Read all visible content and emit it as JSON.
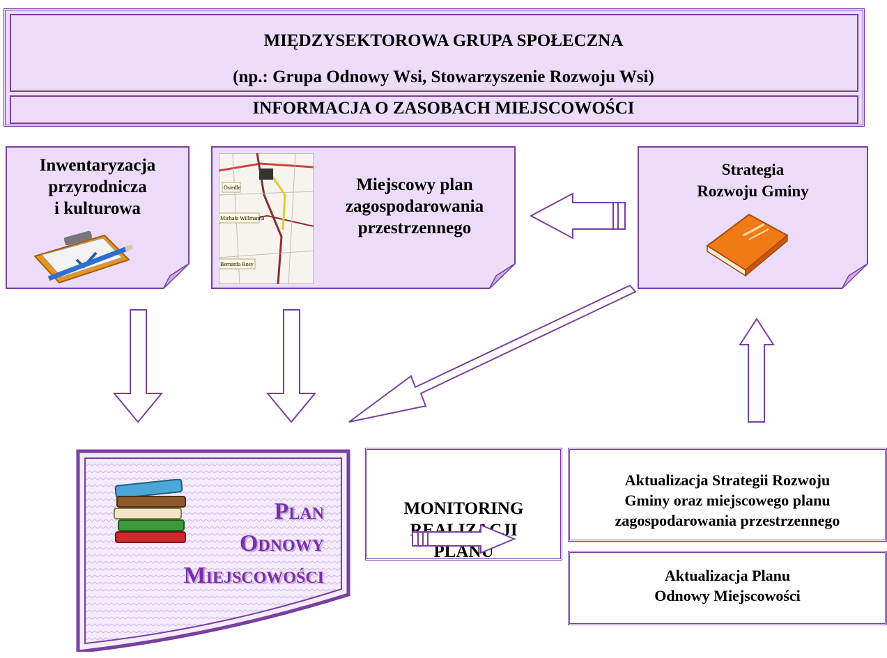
{
  "header": {
    "title": "MIĘDZYSEKTOROWA GRUPA SPOŁECZNA",
    "subtitle": "(np.: Grupa Odnowy Wsi, Stowarzyszenie Rozwoju Wsi)",
    "info": "INFORMACJA O ZASOBACH MIEJSCOWOŚCI"
  },
  "cards": {
    "inventory": [
      "Inwentaryzacja",
      "przyrodnicza",
      "i kulturowa"
    ],
    "local_plan": [
      "Miejscowy plan",
      "zagospodarowania",
      "przestrzennego"
    ],
    "strategy": [
      "Strategia",
      "Rozwoju Gminy"
    ]
  },
  "map_labels": [
    "Osiedle",
    "Michała Willmanna",
    "Bernarda Rosy"
  ],
  "plan": [
    "Plan",
    "Odnowy",
    "Miejscowości"
  ],
  "monitoring": [
    "MONITORING",
    "REALIZACJI",
    "PLANU"
  ],
  "update_strategy": [
    "Aktualizacja Strategii Rozwoju",
    "Gminy oraz miejscowego planu",
    "zagospodarowania przestrzennego"
  ],
  "update_plan": [
    "Aktualizacja Planu",
    "Odnowy Miejscowości"
  ],
  "colors": {
    "border": "#7a3fa0",
    "fill": "#ecdcfa",
    "plan_text": "#7b2fa6"
  }
}
